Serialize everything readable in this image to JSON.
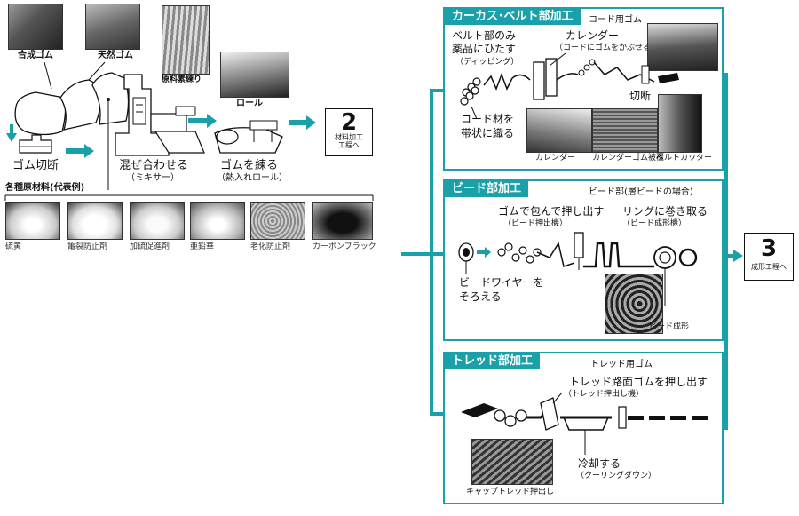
{
  "left": {
    "labels": {
      "synthetic_rubber": "合成ゴム",
      "natural_rubber": "天然ゴム",
      "mastication": "原料素練り",
      "roll": "ロール",
      "rubber_cutting": "ゴム切断",
      "mixing": "混ぜ合わせる",
      "mixing_sub": "（ミキサー）",
      "kneading": "ゴムを練る",
      "kneading_sub": "（熱入れロール）",
      "materials_heading": "各種原材料(代表例)"
    },
    "materials": [
      "硫黄",
      "亀裂防止剤",
      "加硫促進剤",
      "亜鉛華",
      "老化防止剤",
      "カーボンブラック"
    ],
    "step2": {
      "number": "2",
      "line1": "材料加工",
      "line2": "工程へ"
    }
  },
  "carcass": {
    "title": "カーカス･ベルト部加工",
    "subtitle": "コード用ゴム",
    "dipping_line1": "ベルト部のみ",
    "dipping_line2": "薬品にひたす",
    "dipping_sub": "（ディッピング）",
    "calender": "カレンダー",
    "calender_sub": "（コードにゴムをかぶせる）",
    "cutting": "切断",
    "weave_line1": "コード材を",
    "weave_line2": "帯状に織る",
    "photo_calender": "カレンダー",
    "photo_coating": "カレンダーゴム被覆",
    "photo_cutter": "ベルトカッター"
  },
  "bead": {
    "title": "ビード部加工",
    "subtitle": "ビード部(層ビードの場合)",
    "extrude": "ゴムで包んで押し出す",
    "extrude_sub": "（ビード押出機）",
    "wind": "リングに巻き取る",
    "wind_sub": "（ビード成形機）",
    "wire_line1": "ビードワイヤーを",
    "wire_line2": "そろえる",
    "photo_forming": "ビード成形"
  },
  "tread": {
    "title": "トレッド部加工",
    "subtitle": "トレッド用ゴム",
    "extrude": "トレッド路面ゴムを押し出す",
    "extrude_sub": "（トレッド押出し機）",
    "cool": "冷却する",
    "cool_sub": "（クーリングダウン）",
    "photo_cap": "キャップトレッド押出し"
  },
  "step3": {
    "number": "3",
    "label": "成形工程へ"
  },
  "colors": {
    "accent": "#1aa0a8"
  }
}
